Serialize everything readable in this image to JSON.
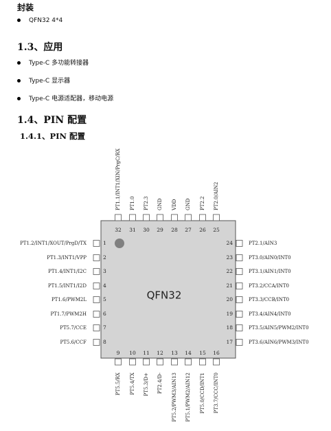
{
  "package": {
    "heading": "封装",
    "items": [
      "QFN32 4*4"
    ]
  },
  "application": {
    "heading": "1.3、应用",
    "items": [
      "Type-C 多功能转接器",
      "Type-C 显示器",
      "Type-C 电源适配器，移动电源"
    ]
  },
  "pin_config": {
    "heading": "1.4、PIN 配置",
    "subheading": "1.4.1、PIN 配置"
  },
  "chip": {
    "label": "QFN32",
    "left_pins": [
      {
        "num": "1",
        "name": "PT1.2/INT1/XOUT/PrgD/TX"
      },
      {
        "num": "2",
        "name": "PT1.3/INT1/VPP"
      },
      {
        "num": "3",
        "name": "PT1.4/INT1/I2C"
      },
      {
        "num": "4",
        "name": "PT1.5/INT1/I2D"
      },
      {
        "num": "5",
        "name": "PT1.6/PWM2L"
      },
      {
        "num": "6",
        "name": "PT1.7/PWM2H"
      },
      {
        "num": "7",
        "name": "PT5.7/CCE"
      },
      {
        "num": "8",
        "name": "PT5.6/CCF"
      }
    ],
    "bottom_pins": [
      {
        "num": "9",
        "name": "PT5.5/RX"
      },
      {
        "num": "10",
        "name": "PT5.4/TX"
      },
      {
        "num": "11",
        "name": "PT5.3/D+"
      },
      {
        "num": "12",
        "name": "PT2.4/D-"
      },
      {
        "num": "13",
        "name": "PT5.2/PWM3/AIN13"
      },
      {
        "num": "14",
        "name": "PT5.1/PWM2/AIN12"
      },
      {
        "num": "15",
        "name": "PT5.0/CCD/INT1"
      },
      {
        "num": "16",
        "name": "PT3.7/CCC/INT0"
      }
    ],
    "right_pins": [
      {
        "num": "24",
        "name": "PT2.1/AIN3"
      },
      {
        "num": "23",
        "name": "PT3.0/AIN0/INT0"
      },
      {
        "num": "22",
        "name": "PT3.1/AIN1/INT0"
      },
      {
        "num": "21",
        "name": "PT3.2/CCA/INT0"
      },
      {
        "num": "20",
        "name": "PT3.3/CCB/INT0"
      },
      {
        "num": "19",
        "name": "PT3.4/AIN4/INT0"
      },
      {
        "num": "18",
        "name": "PT3.5/AIN5/PWM2/INT0"
      },
      {
        "num": "17",
        "name": "PT3.6/AIN6/PWM3/INT0"
      }
    ],
    "top_pins": [
      {
        "num": "32",
        "name": "PT1.1/INT1/XIN/PrgC/RX"
      },
      {
        "num": "31",
        "name": "PT1.0"
      },
      {
        "num": "30",
        "name": "PT2.3"
      },
      {
        "num": "29",
        "name": "GND"
      },
      {
        "num": "28",
        "name": "VDD"
      },
      {
        "num": "27",
        "name": "GND"
      },
      {
        "num": "26",
        "name": "PT2.2"
      },
      {
        "num": "25",
        "name": "PT2.0/AIN2"
      }
    ],
    "colors": {
      "body": "#d4d4d4",
      "outline": "#555555",
      "pin1_dot": "#808080"
    }
  }
}
